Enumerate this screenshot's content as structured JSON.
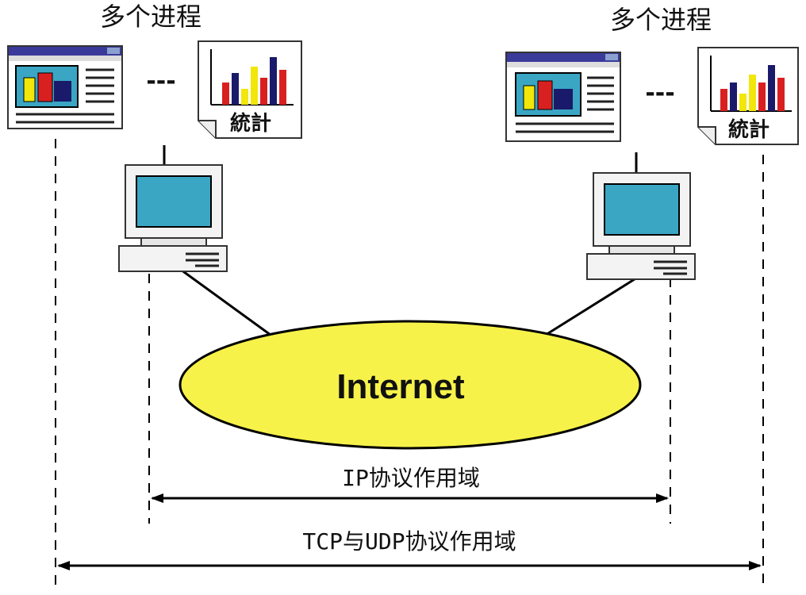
{
  "left_host": {
    "process_label": "多个进程",
    "ellipsis": "---",
    "stats_label": "統計"
  },
  "right_host": {
    "process_label": "多个进程",
    "ellipsis": "---",
    "stats_label": "統計"
  },
  "network": {
    "label": "Internet",
    "fill_color": "#f6f24a"
  },
  "ip_domain": {
    "label": "IP协议作用域"
  },
  "transport_domain": {
    "label": "TCP与UDP协议作用域"
  },
  "colors": {
    "screen": "#3aa6c4",
    "window_title": "#3a3a9a",
    "bar_red": "#d92020",
    "bar_yellow": "#f2e60a",
    "bar_navy": "#1a1a6a"
  },
  "icons": [
    "window-icon",
    "stats-chart-icon",
    "computer-icon",
    "globe-network-icon"
  ]
}
